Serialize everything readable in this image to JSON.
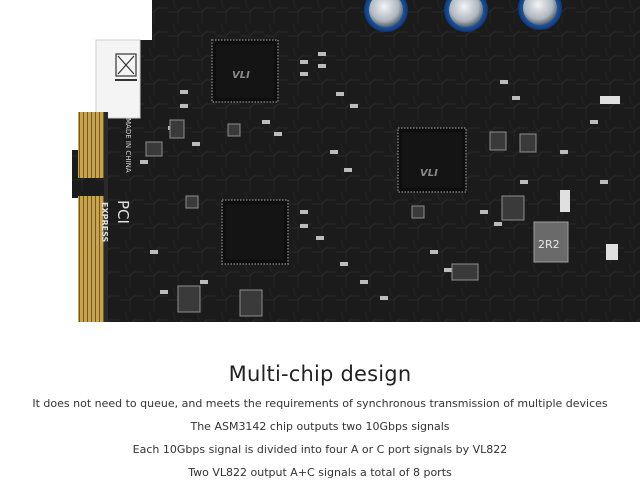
{
  "product_image": {
    "board_silkscreen": {
      "made_in": "MADE IN CHINA",
      "pci_logo": "PCI",
      "express_logo": "EXPRESS",
      "inductor_mark": "2R2",
      "chip_logo": "VLI"
    }
  },
  "headline": "Multi-chip design",
  "description": [
    "It does not need to queue, and meets the requirements of synchronous transmission of multiple devices",
    "The ASM3142 chip outputs two 10Gbps signals",
    "Each 10Gbps signal is divided into four A or C port signals by VL822",
    "Two VL822 output A+C signals a total of 8 ports"
  ]
}
